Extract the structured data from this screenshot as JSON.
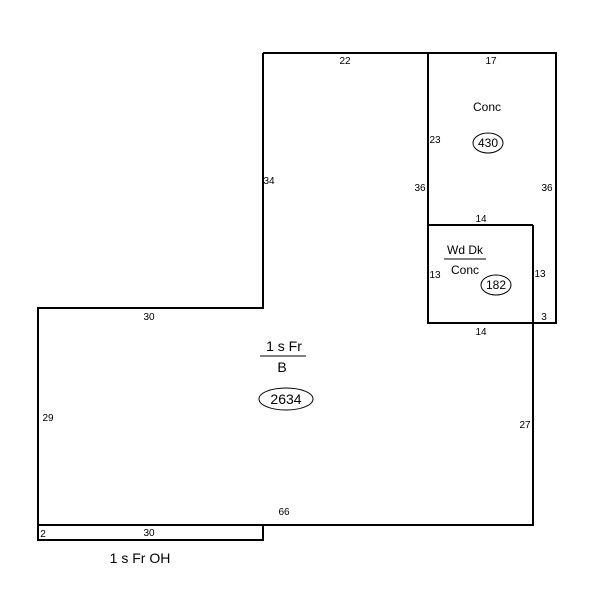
{
  "areas": {
    "main": {
      "label_top": "1 s Fr",
      "label_bottom": "B",
      "area": "2634"
    },
    "overhang": {
      "label": "1 s Fr OH"
    },
    "conc_upper": {
      "label": "Conc",
      "area": "430"
    },
    "wood_deck": {
      "label_top": "Wd Dk",
      "label_bottom": "Conc",
      "area": "182"
    }
  },
  "dimensions": {
    "main_top": "22",
    "main_upper_left": "34",
    "main_step": "30",
    "main_left": "29",
    "main_bottom": "66",
    "main_right": "27",
    "overhang_bottom": "30",
    "overhang_side": "2",
    "conc_top": "17",
    "conc_inner_left": "23",
    "conc_left": "36",
    "conc_right": "36",
    "deck_top": "14",
    "deck_left": "13",
    "deck_right": "13",
    "deck_bottom": "14",
    "deck_corner": "3"
  }
}
